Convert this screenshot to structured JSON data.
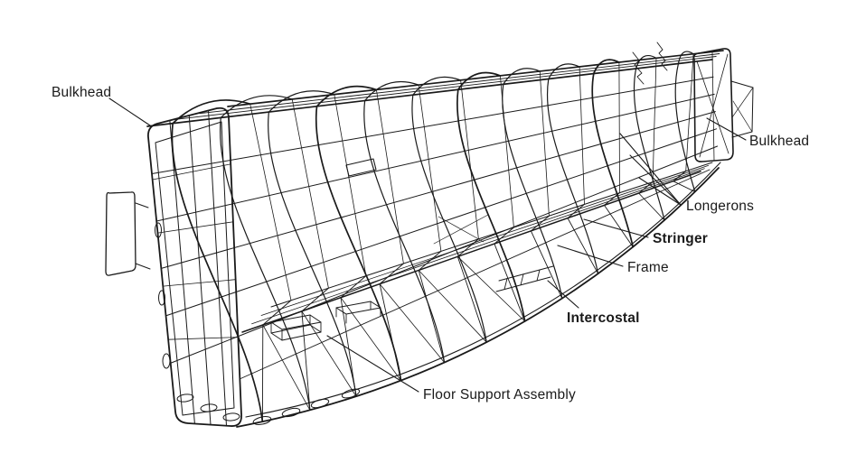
{
  "callouts": {
    "bulkhead_left": {
      "text": "Bulkhead",
      "emphasis": "normal"
    },
    "bulkhead_right": {
      "text": "Bulkhead",
      "emphasis": "normal"
    },
    "longerons": {
      "text": "Longerons",
      "emphasis": "normal"
    },
    "stringer": {
      "text": "Stringer",
      "emphasis": "bold"
    },
    "frame": {
      "text": "Frame",
      "emphasis": "normal"
    },
    "intercostal": {
      "text": "Intercostal",
      "emphasis": "bold"
    },
    "floor_support_assembly": {
      "text": "Floor Support Assembly",
      "emphasis": "normal"
    }
  },
  "colors": {
    "ink": "#1a1a1a",
    "background": "#ffffff"
  }
}
